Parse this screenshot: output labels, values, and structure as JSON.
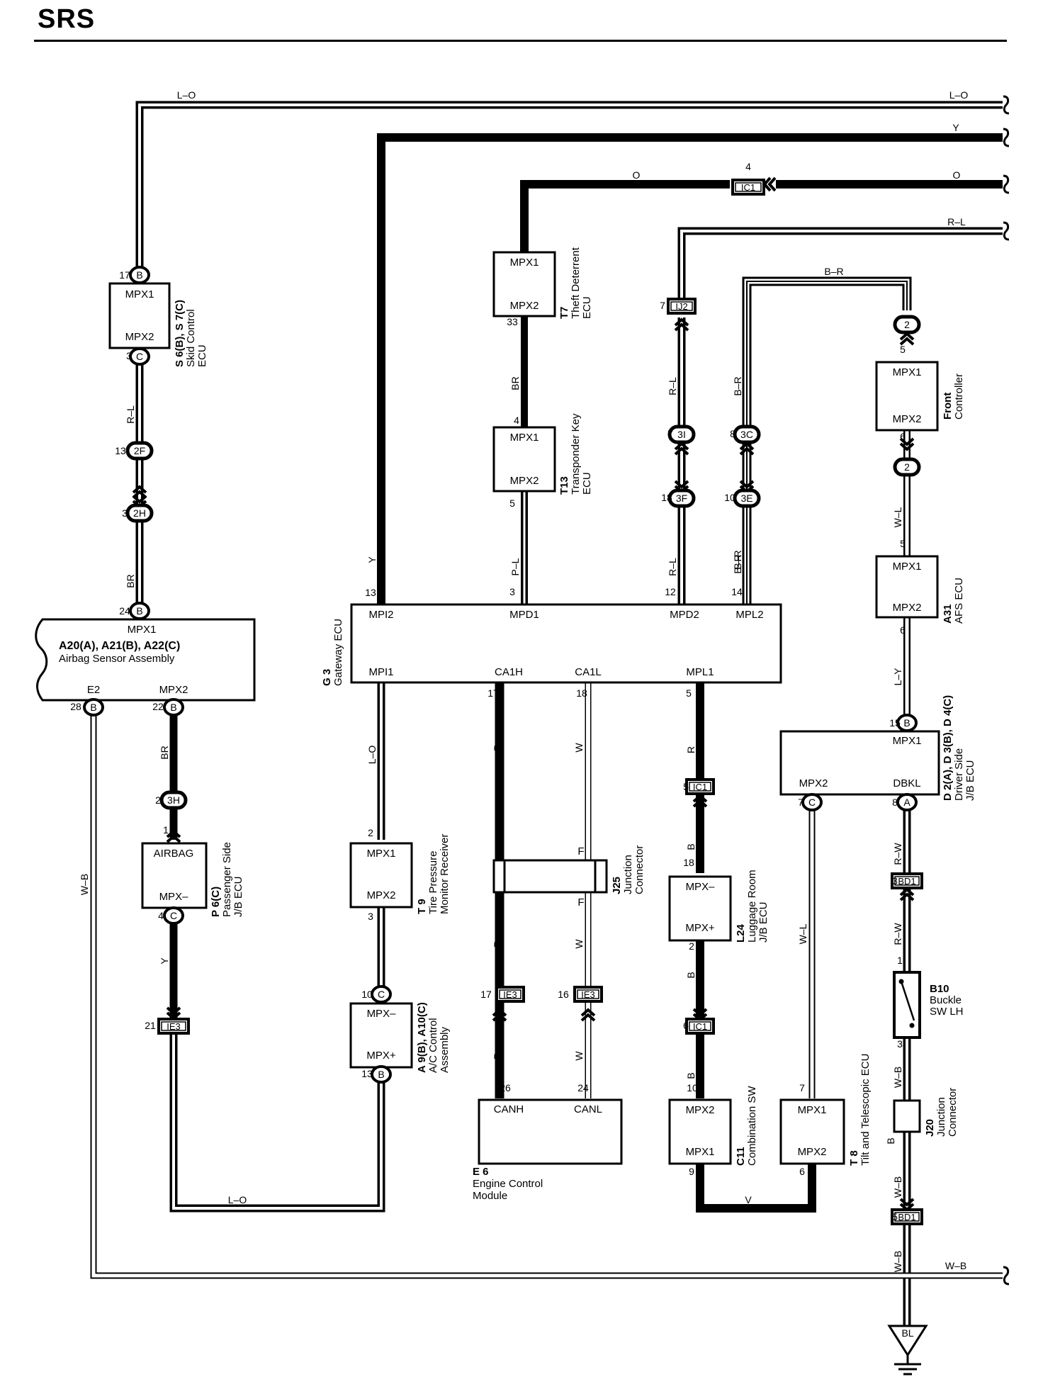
{
  "title": "SRS",
  "components": [
    {
      "id": "skid",
      "lines": [
        "S 6(B), S 7(C)",
        "Skid Control",
        "ECU"
      ],
      "pins": [
        "MPX1",
        "MPX2"
      ]
    },
    {
      "id": "theft",
      "lines": [
        "T7",
        "Theft Deterrent",
        "ECU"
      ],
      "pins": [
        "MPX1",
        "MPX2"
      ]
    },
    {
      "id": "transponder",
      "lines": [
        "T13",
        "Transponder Key",
        "ECU"
      ],
      "pins": [
        "MPX1",
        "MPX2"
      ]
    },
    {
      "id": "front",
      "lines": [
        "Front",
        "Controller"
      ],
      "pins": [
        "MPX1",
        "MPX2"
      ]
    },
    {
      "id": "afs",
      "lines": [
        "A31",
        "AFS ECU"
      ],
      "pins": [
        "MPX1",
        "MPX2"
      ]
    },
    {
      "id": "airbag-sensor",
      "lines": [
        "A20(A), A21(B), A22(C)",
        "Airbag Sensor Assembly"
      ],
      "pins": [
        "MPX1",
        "E2",
        "MPX2"
      ]
    },
    {
      "id": "gateway",
      "lines": [
        "G 3",
        "Gateway ECU"
      ],
      "pins": [
        "MPI2",
        "MPD1",
        "MPD2",
        "MPL2",
        "MPI1",
        "CA1H",
        "CA1L",
        "MPL1"
      ]
    },
    {
      "id": "driver-jb",
      "lines": [
        "D 2(A), D 3(B), D 4(C)",
        "Driver Side",
        "J/B ECU"
      ],
      "pins": [
        "MPX1",
        "MPX2",
        "DBKL"
      ]
    },
    {
      "id": "passenger-jb",
      "lines": [
        "P 6(C)",
        "Passenger Side",
        "J/B ECU"
      ],
      "pins": [
        "AIRBAG",
        "MPX–"
      ]
    },
    {
      "id": "tire",
      "lines": [
        "T 9",
        "Tire Pressure",
        "Monitor Receiver"
      ],
      "pins": [
        "MPX1",
        "MPX2"
      ]
    },
    {
      "id": "j25",
      "lines": [
        "J25",
        "Junction",
        "Connector"
      ],
      "pins": [
        "C",
        "F"
      ]
    },
    {
      "id": "luggage",
      "lines": [
        "L24",
        "Luggage Room",
        "J/B ECU"
      ],
      "pins": [
        "MPX–",
        "MPX+"
      ]
    },
    {
      "id": "buckle",
      "lines": [
        "B10",
        "Buckle",
        "SW LH"
      ],
      "pins": []
    },
    {
      "id": "ac",
      "lines": [
        "A 9(B), A10(C)",
        "A/C Control",
        "Assembly"
      ],
      "pins": [
        "MPX–",
        "MPX+"
      ]
    },
    {
      "id": "engine",
      "lines": [
        "E 6",
        "Engine Control",
        "Module"
      ],
      "pins": [
        "CANH",
        "CANL"
      ]
    },
    {
      "id": "combo",
      "lines": [
        "C11",
        "Combination SW"
      ],
      "pins": [
        "MPX2",
        "MPX1"
      ]
    },
    {
      "id": "tilt",
      "lines": [
        "T 8",
        "Tilt and Telescopic ECU"
      ],
      "pins": [
        "MPX1",
        "MPX2"
      ]
    },
    {
      "id": "j20",
      "lines": [
        "J20",
        "Junction",
        "Connector"
      ],
      "pins": []
    }
  ],
  "wire_labels": [
    "L–O",
    "L–O",
    "Y",
    "O",
    "O",
    "R–L",
    "B–R",
    "R–L",
    "BR",
    "R–L",
    "B–R",
    "Y",
    "P–L",
    "R–L",
    "B–R",
    "W–L",
    "BR",
    "L–Y",
    "L–O",
    "R",
    "W",
    "R",
    "W",
    "R",
    "W",
    "R",
    "B",
    "B",
    "B",
    "R–W",
    "R–W",
    "W–B",
    "W–L",
    "B",
    "W–B",
    "W–B",
    "W–B",
    "R–L",
    "BR",
    "W–B",
    "L–O",
    "V",
    "Y",
    "B–R"
  ],
  "connectors": [
    "IC1",
    "IJ2",
    "2F",
    "2H",
    "3H",
    "3I",
    "3F",
    "3C",
    "3E",
    "BD1",
    "BD1",
    "IE3",
    "IE3",
    "IE3",
    "IC1",
    "IC1",
    "2",
    "2",
    "BL"
  ],
  "pin_numbers": [
    "17",
    "3",
    "13",
    "3",
    "24",
    "28",
    "22",
    "2",
    "1",
    "4",
    "21",
    "13",
    "33",
    "4",
    "5",
    "3",
    "2",
    "3",
    "10",
    "13",
    "17",
    "18",
    "17",
    "16",
    "26",
    "24",
    "7",
    "7",
    "18",
    "12",
    "8",
    "10",
    "14",
    "5",
    "15",
    "5",
    "6",
    "5",
    "6",
    "8",
    "7",
    "3",
    "1",
    "3",
    "5",
    "5",
    "18",
    "2",
    "6",
    "10",
    "9",
    "7",
    "6",
    "4"
  ],
  "pin_letters": [
    "B",
    "C",
    "B",
    "B",
    "B",
    "C",
    "B",
    "C",
    "A",
    "C",
    "B"
  ]
}
